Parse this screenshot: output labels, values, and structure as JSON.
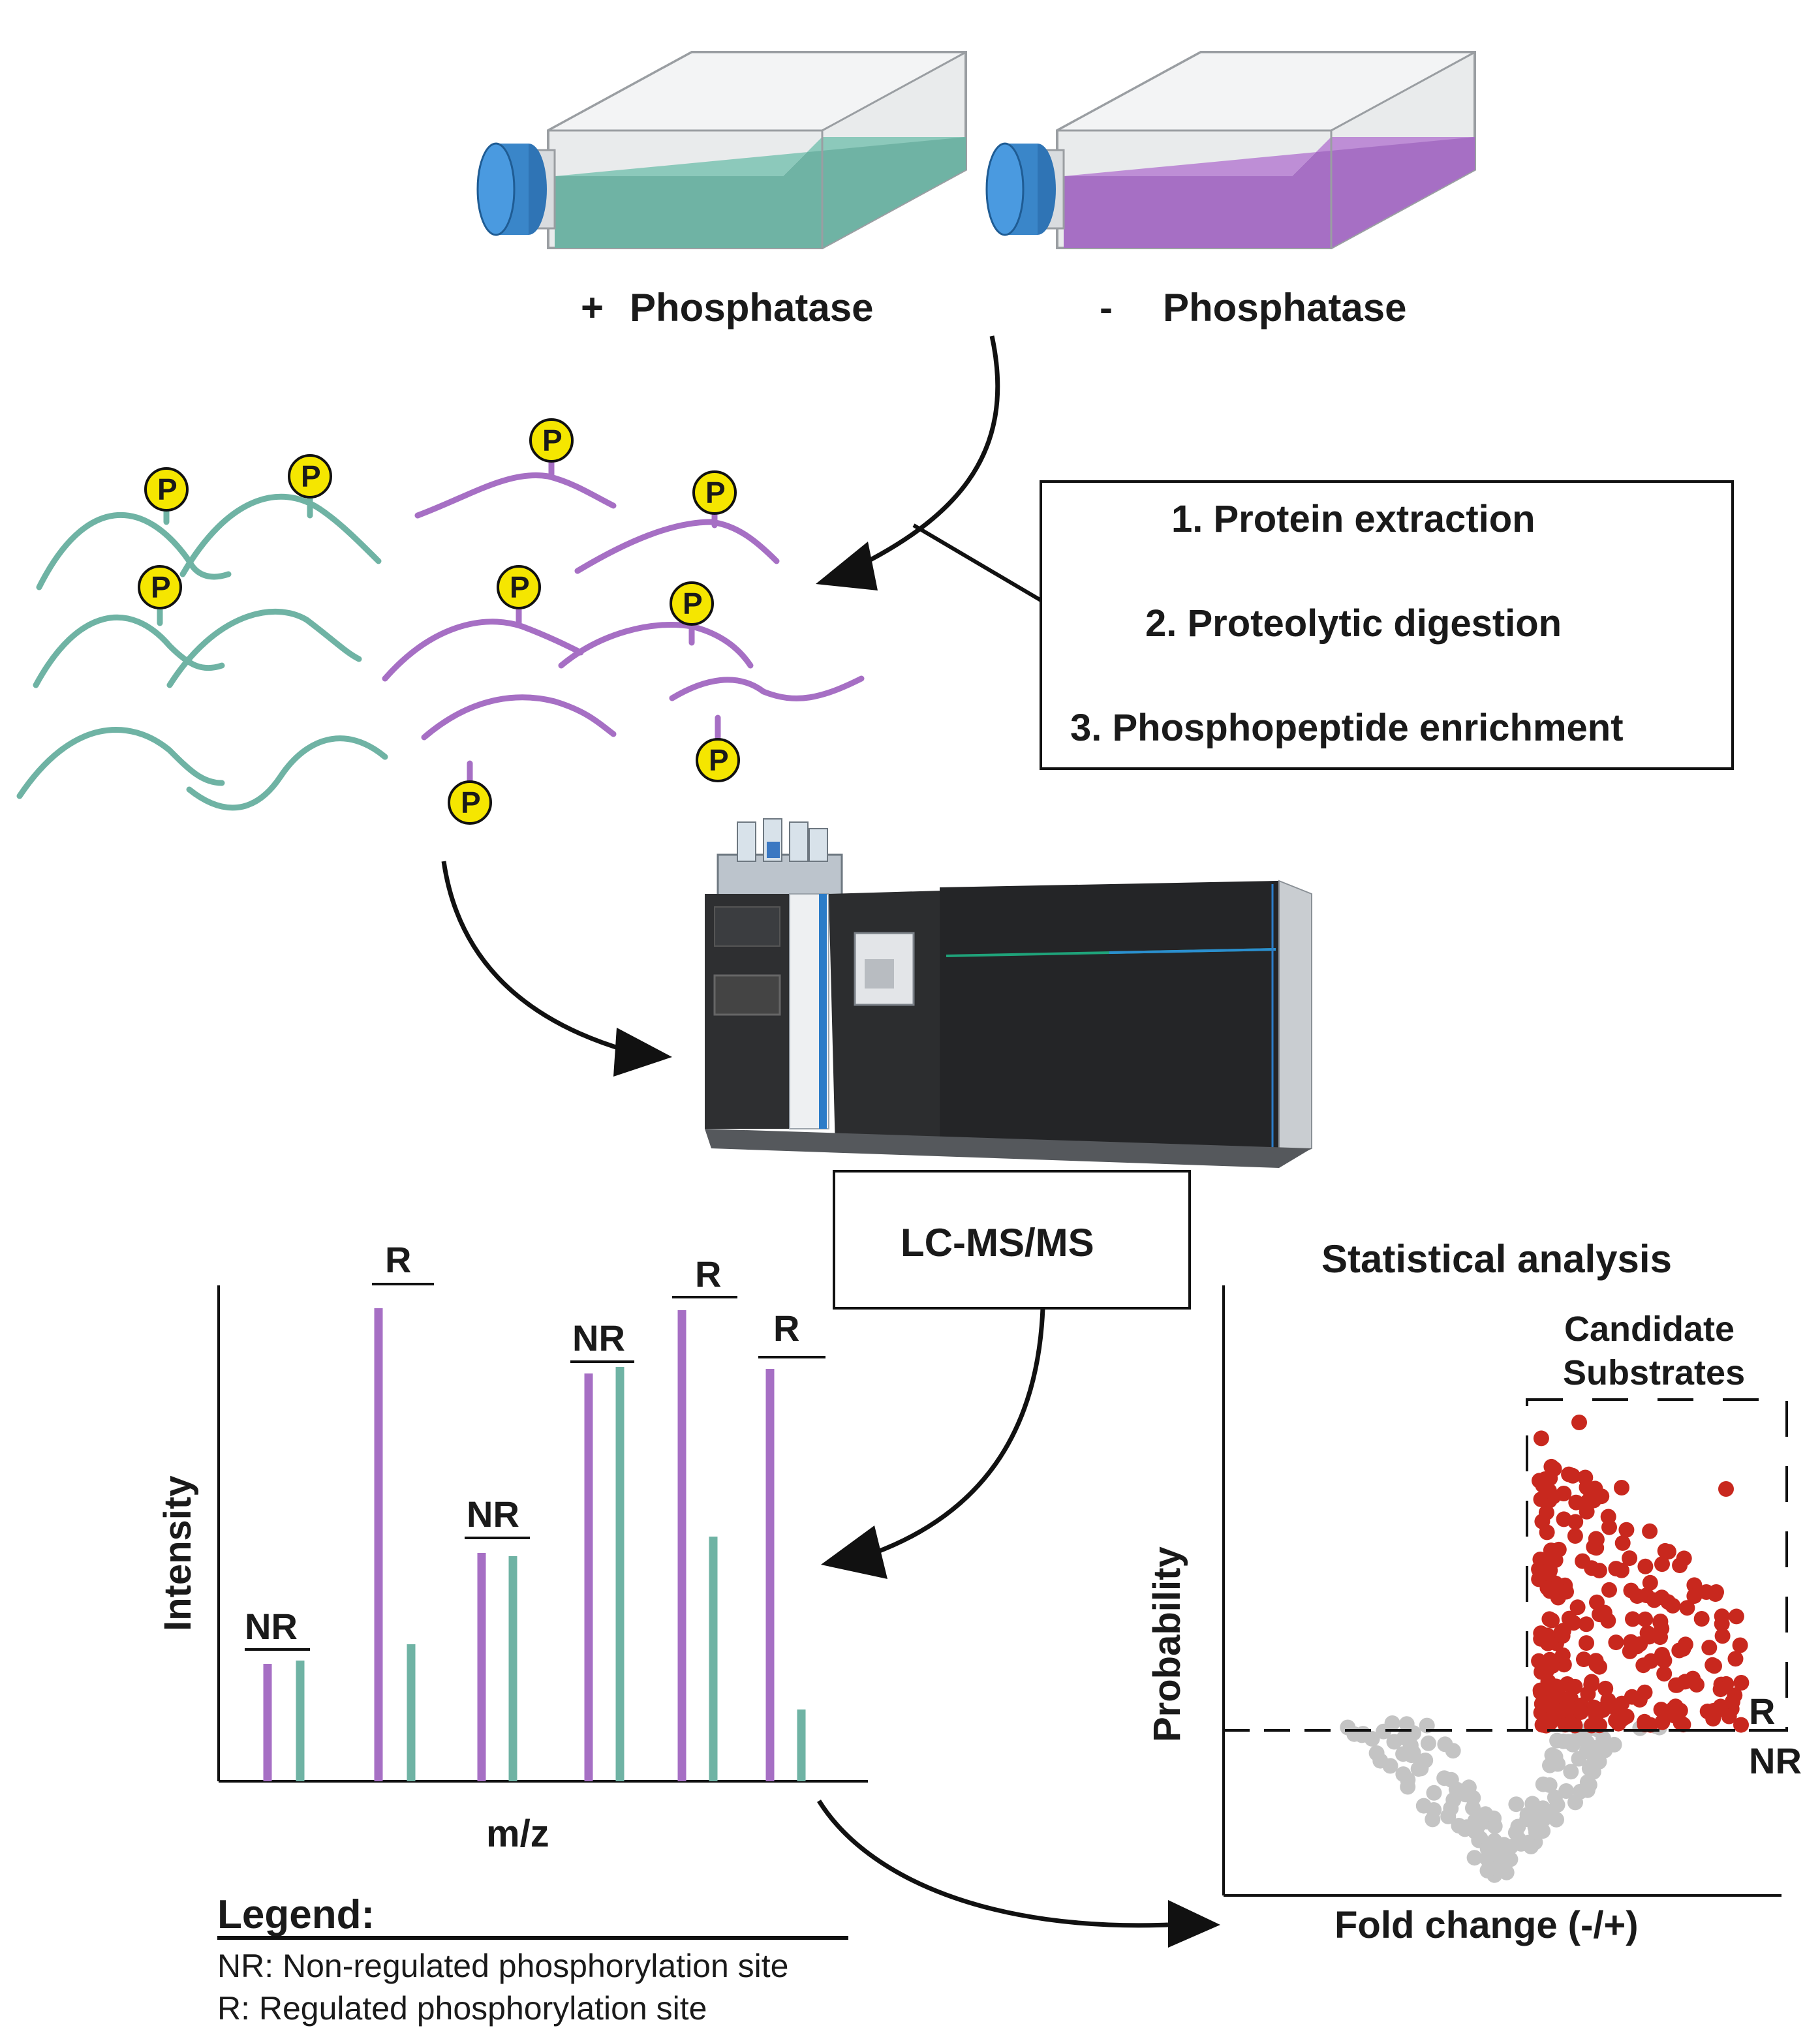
{
  "flasks": {
    "left_sign": "+",
    "left_label": "Phosphatase",
    "right_sign": "-",
    "right_label": "Phosphatase"
  },
  "phospho_mark": "P",
  "steps": {
    "step1": "1.  Protein extraction",
    "step2": "2. Proteolytic digestion",
    "step3": "3. Phosphopeptide enrichment"
  },
  "lcms_label": "LC-MS/MS",
  "spectrum": {
    "ylabel": "Intensity",
    "xlabel": "m/z",
    "peak_labels": [
      "NR",
      "R",
      "NR",
      "NR",
      "R",
      "R"
    ]
  },
  "stats": {
    "title": "Statistical analysis",
    "candidate_line1": "Candidate",
    "candidate_line2": "Substrates",
    "ylabel": "Probability",
    "xlabel": "Fold change (-/+)",
    "threshold_upper": "R",
    "threshold_lower": "NR"
  },
  "legend": {
    "title": "Legend:",
    "item1": "NR: Non-regulated phosphorylation site",
    "item2": "R: Regulated phosphorylation site"
  },
  "colors": {
    "green": "#6fb3a4",
    "purple": "#a66fc4",
    "regulated_dot": "#c8281e",
    "nonregulated_dot": "#c4c4c4",
    "phospho_yellow": "#f5e600"
  }
}
